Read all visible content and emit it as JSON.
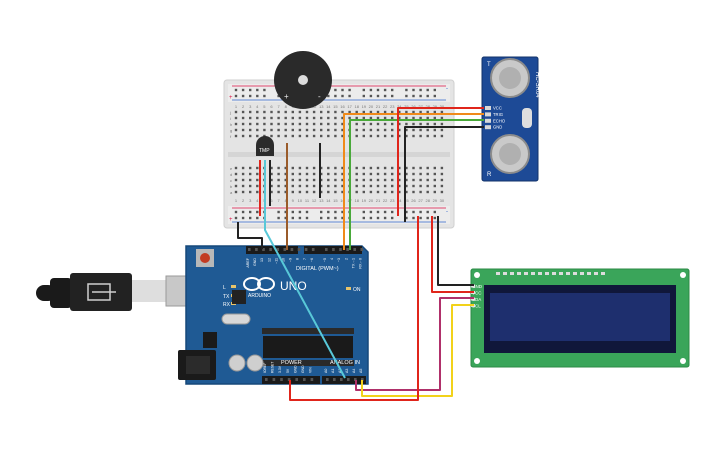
{
  "breadboard": {
    "row_numbers": [
      "1",
      "2",
      "3",
      "4",
      "5",
      "6",
      "7",
      "8",
      "9",
      "10",
      "11",
      "12",
      "13",
      "14",
      "15",
      "16",
      "17",
      "18",
      "19",
      "20",
      "21",
      "22",
      "23",
      "24",
      "25",
      "26",
      "27",
      "28",
      "29",
      "30"
    ],
    "row_letters_top": [
      "j",
      "i",
      "h",
      "g",
      "f"
    ],
    "row_letters_bottom": [
      "e",
      "d",
      "c",
      "b",
      "a"
    ],
    "rail_plus": "+",
    "rail_minus": "-"
  },
  "buzzer": {
    "plus_label": "+",
    "minus_label": "-"
  },
  "sensor": {
    "model": "HC-SR04",
    "pins": [
      "VCC",
      "TRIG",
      "ECHO",
      "GND"
    ],
    "label_T": "T",
    "label_R": "R"
  },
  "temp_sensor": {
    "label": "TMP"
  },
  "arduino": {
    "logo": "ARDUINO",
    "model": "UNO",
    "digital_label": "DIGITAL (PWM~)",
    "analog_label": "ANALOG IN",
    "power_label": "POWER",
    "tx_label": "TX",
    "rx_label": "RX",
    "l_label": "L",
    "on_label": "ON",
    "digital_pins": [
      "AREF",
      "GND",
      "13",
      "12",
      "~11",
      "~10",
      "~9",
      "8",
      "7",
      "~6",
      "~5",
      "4",
      "~3",
      "2",
      "TX→1",
      "RX←0"
    ],
    "power_pins": [
      "IOREF",
      "RESET",
      "3.3V",
      "5V",
      "GND",
      "GND",
      "VIN"
    ],
    "analog_pins": [
      "A0",
      "A1",
      "A2",
      "A3",
      "A4",
      "A5"
    ]
  },
  "lcd": {
    "pins": [
      "GND",
      "VCC",
      "SDA",
      "SCL"
    ]
  },
  "colors": {
    "board": "#1f5a94",
    "board_edge": "#17487a",
    "breadboard": "#e6e6e6",
    "lcd_pcb": "#3aa55a",
    "lcd_screen": "#1e2f6e",
    "wire_red": "#e0251b",
    "wire_black": "#222222",
    "wire_yellow": "#f2d21a",
    "wire_magenta": "#b0306a",
    "wire_orange": "#f08a1a",
    "wire_green": "#49a93a",
    "wire_cyan": "#58c8d8",
    "wire_brown": "#9a5b2a"
  },
  "icons": [
    "usb-cable-icon",
    "dc-jack-icon",
    "buzzer-icon",
    "temperature-sensor-icon",
    "ultrasonic-sensor-icon",
    "lcd-display-icon",
    "arduino-uno-icon"
  ]
}
